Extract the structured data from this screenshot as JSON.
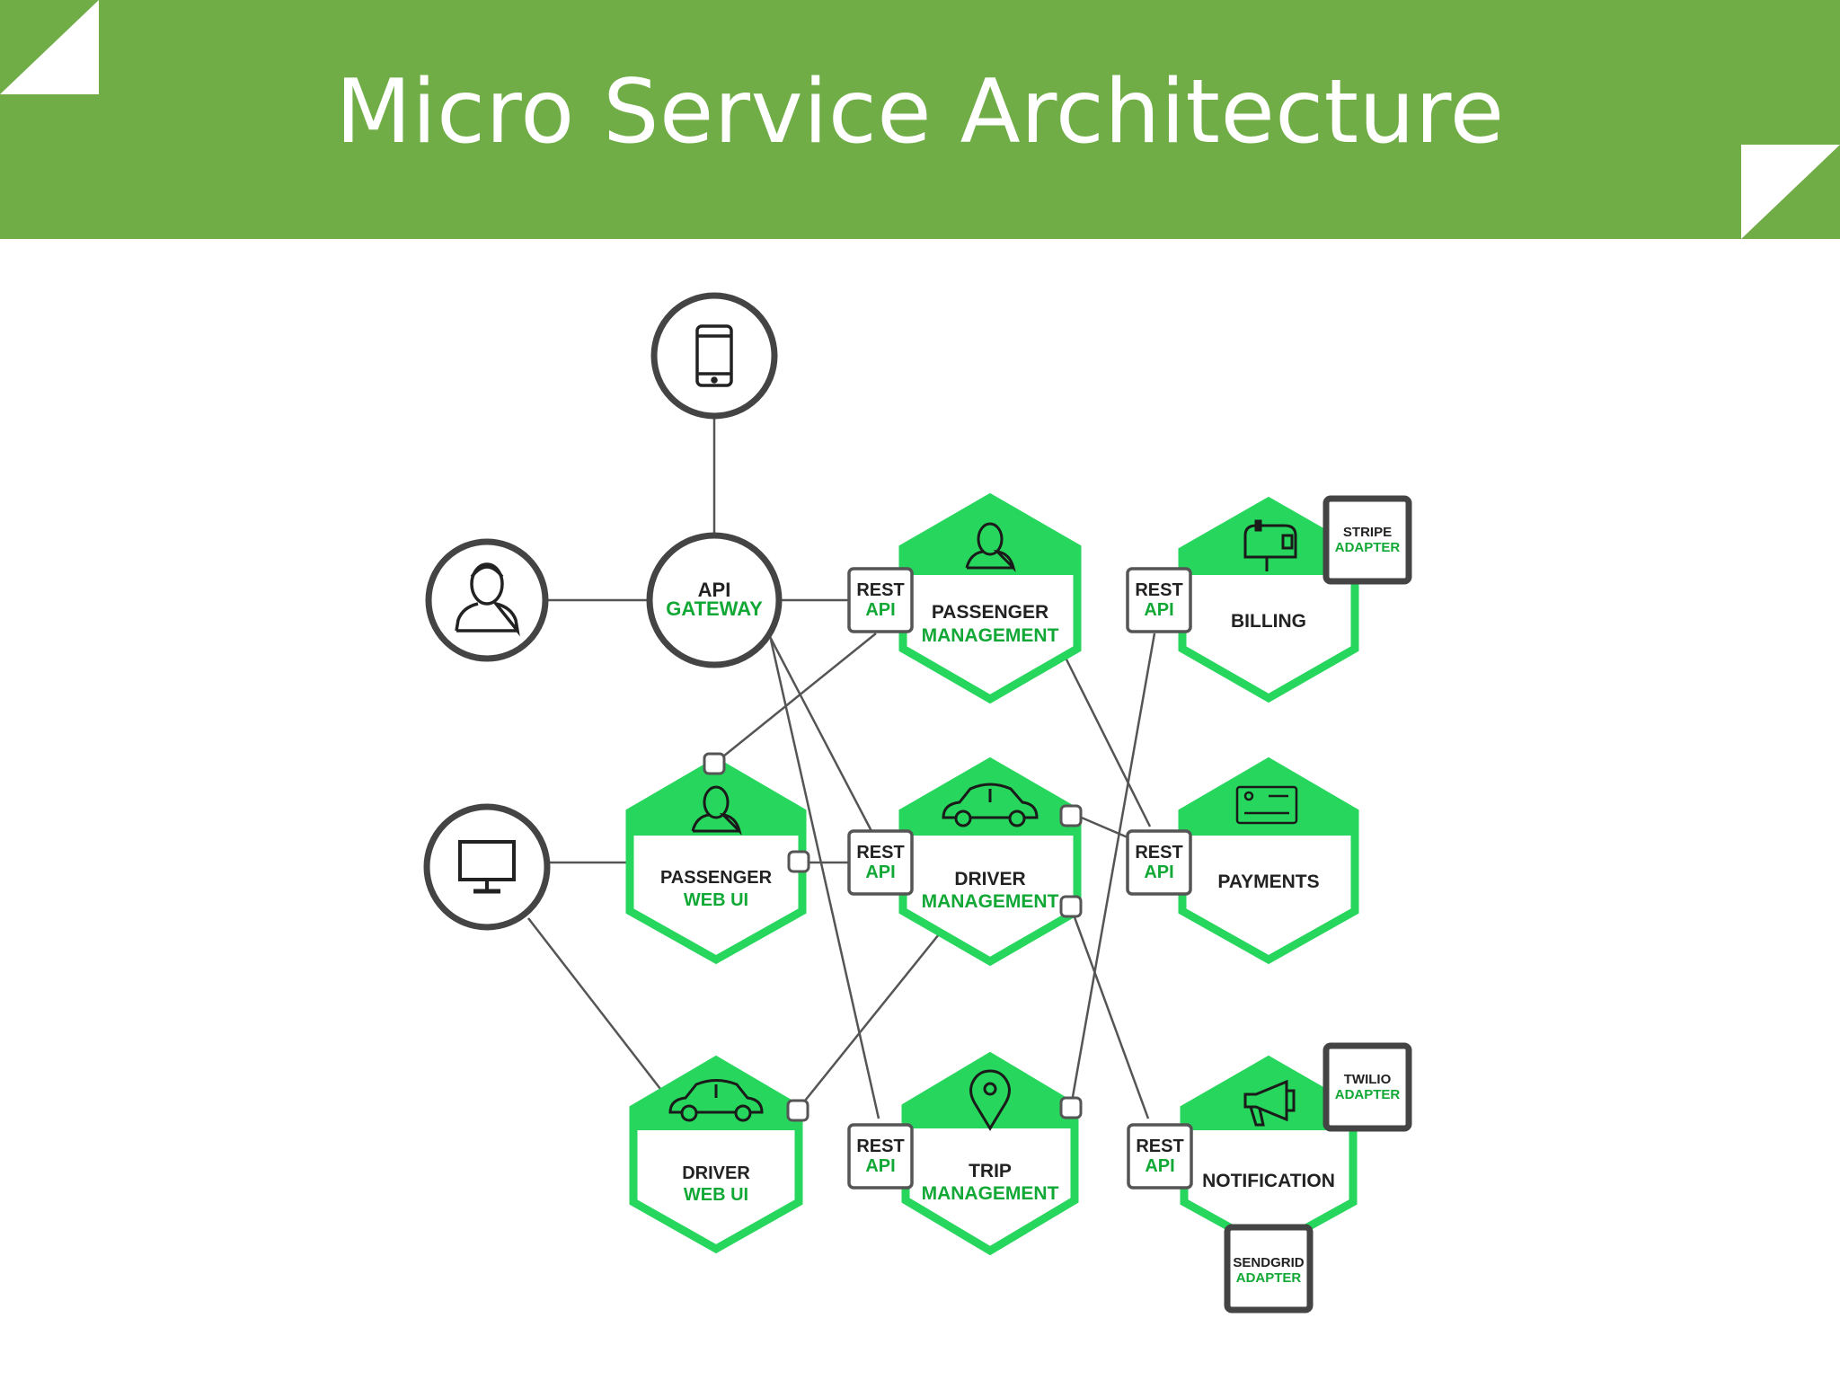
{
  "slide": {
    "title": "Micro Service Architecture"
  },
  "colors": {
    "banner": "#70ad47",
    "hex_green": "#27d65c",
    "label_green": "#12a836",
    "outline": "#444444",
    "line": "#555555"
  },
  "icons": {
    "mobile_client": "smartphone-icon",
    "user_client": "user-icon",
    "web_client": "monitor-icon"
  },
  "api_gateway": {
    "line1": "API",
    "line2": "GATEWAY"
  },
  "rest_api": {
    "line1": "REST",
    "line2": "API"
  },
  "services": {
    "passenger_management": {
      "line1": "PASSENGER",
      "line2": "MANAGEMENT",
      "icon": "passenger-icon"
    },
    "billing": {
      "line1": "BILLING",
      "icon": "mailbox-icon"
    },
    "passenger_web_ui": {
      "line1": "PASSENGER",
      "line2": "WEB UI",
      "icon": "passenger-icon"
    },
    "driver_management": {
      "line1": "DRIVER",
      "line2": "MANAGEMENT",
      "icon": "car-icon"
    },
    "payments": {
      "line1": "PAYMENTS",
      "icon": "credit-card-icon"
    },
    "driver_web_ui": {
      "line1": "DRIVER",
      "line2": "WEB UI",
      "icon": "car-icon"
    },
    "trip_management": {
      "line1": "TRIP",
      "line2": "MANAGEMENT",
      "icon": "location-pin-icon"
    },
    "notification": {
      "line1": "NOTIFICATION",
      "icon": "megaphone-icon"
    }
  },
  "adapters": {
    "stripe": {
      "line1": "STRIPE",
      "line2": "ADAPTER"
    },
    "twilio": {
      "line1": "TWILIO",
      "line2": "ADAPTER"
    },
    "sendgrid": {
      "line1": "SENDGRID",
      "line2": "ADAPTER"
    }
  }
}
